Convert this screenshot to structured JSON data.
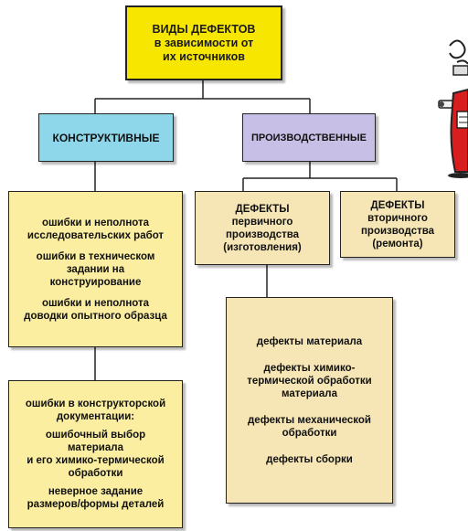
{
  "title": {
    "lines": [
      "ВИДЫ ДЕФЕКТОВ",
      "в зависимости от",
      "их источников"
    ]
  },
  "categories": {
    "constructive": "КОНСТРУКТИВНЫЕ",
    "production": "ПРОИЗВОДСТВЕННЫЕ"
  },
  "constructive_box1": {
    "item1": [
      "ошибки и неполнота",
      "исследовательских работ"
    ],
    "item2": [
      "ошибки в техническом",
      "задании на",
      "конструирование"
    ],
    "item3": [
      "ошибки и неполнота",
      "доводки опытного образца"
    ]
  },
  "constructive_box2": {
    "heading": [
      "ошибки в конструкторской",
      "документации:"
    ],
    "item1": [
      "ошибочный выбор",
      "материала",
      "и его химико-термической",
      "обработки"
    ],
    "item2": [
      "неверное задание",
      "размеров/формы деталей"
    ]
  },
  "primary": {
    "lines": [
      "ДЕФЕКТЫ",
      "первичного",
      "производства",
      "(изготовления)"
    ]
  },
  "secondary": {
    "lines": [
      "ДЕФЕКТЫ",
      "вторичного",
      "производства",
      "(ремонта)"
    ]
  },
  "production_defects": {
    "item1": [
      "дефекты материала"
    ],
    "item2": [
      "дефекты химико-",
      "термической обработки",
      "материала"
    ],
    "item3": [
      "дефекты механической",
      "обработки"
    ],
    "item4": [
      "дефекты сборки"
    ]
  },
  "colors": {
    "title": "#f7e600",
    "constructive": "#8ed7ea",
    "production": "#c8bfe6",
    "yellow_box": "#fbeea0",
    "wheat_box": "#f6e6b6",
    "connector": "#222222"
  },
  "icons": {
    "mascot": "cartoon-robot-icon"
  }
}
